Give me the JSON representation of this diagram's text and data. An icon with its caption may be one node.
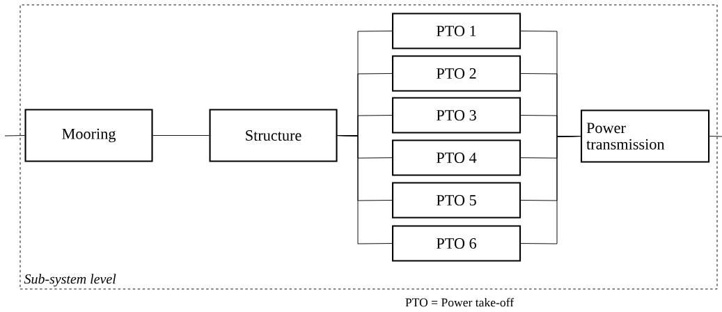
{
  "diagram": {
    "nodes": [
      {
        "text": [
          "Sub-system level"
        ]
      },
      {
        "text": [
          "Mooring"
        ],
        "in": 0
      },
      {
        "text": [
          "Structure"
        ],
        "in": 0
      },
      {
        "text": [
          "PTO 1"
        ],
        "in": 0
      },
      {
        "text": [
          "PTO 2"
        ],
        "in": 0
      },
      {
        "text": [
          "PTO 3"
        ],
        "in": 0
      },
      {
        "text": [
          "PTO 4"
        ],
        "in": 0
      },
      {
        "text": [
          "PTO 5"
        ],
        "in": 0
      },
      {
        "text": [
          "PTO 6"
        ],
        "in": 0
      },
      {
        "text": [
          "Power transmission"
        ],
        "in": 0
      }
    ],
    "edges": [
      {
        "from": null,
        "to": 1,
        "arrow": "none"
      },
      {
        "from": 1,
        "to": 2,
        "arrow": "none"
      },
      {
        "from": 2,
        "to": 3,
        "arrow": "none"
      },
      {
        "from": 2,
        "to": 4,
        "arrow": "none"
      },
      {
        "from": 2,
        "to": 5,
        "arrow": "none"
      },
      {
        "from": 2,
        "to": 6,
        "arrow": "none"
      },
      {
        "from": 2,
        "to": 7,
        "arrow": "none"
      },
      {
        "from": 2,
        "to": 8,
        "arrow": "none"
      },
      {
        "from": 3,
        "to": 9,
        "arrow": "none"
      },
      {
        "from": 4,
        "to": 9,
        "arrow": "none"
      },
      {
        "from": 5,
        "to": 9,
        "arrow": "none"
      },
      {
        "from": 6,
        "to": 9,
        "arrow": "none"
      },
      {
        "from": 7,
        "to": 9,
        "arrow": "none"
      },
      {
        "from": 8,
        "to": 9,
        "arrow": "none"
      },
      {
        "from": 9,
        "to": null,
        "arrow": "none"
      }
    ],
    "labels": [
      "PTO = Power take-off"
    ]
  }
}
